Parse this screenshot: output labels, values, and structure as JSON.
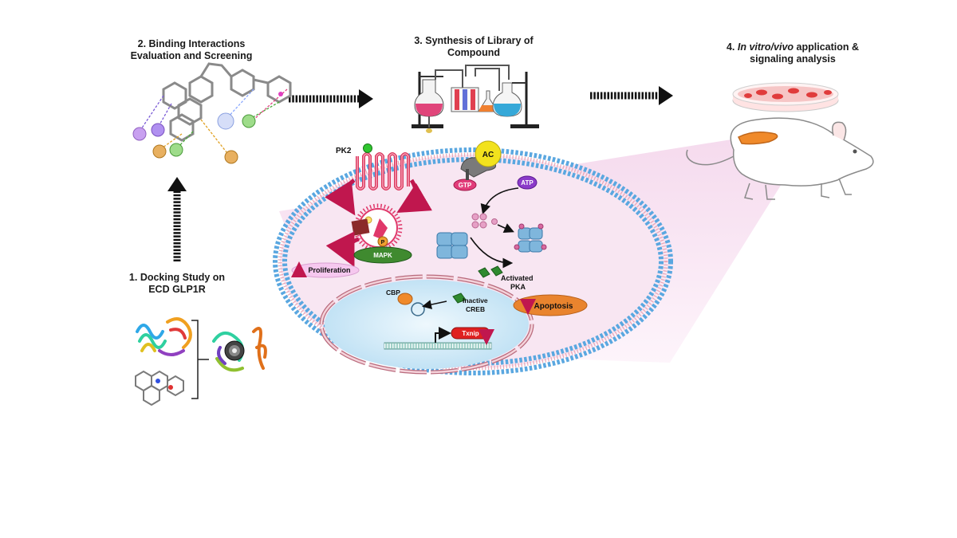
{
  "steps": {
    "s1": {
      "line1": "1.  Docking Study on",
      "line2": "ECD GLP1R"
    },
    "s2": {
      "line1": "2. Binding Interactions",
      "line2": "Evaluation and Screening"
    },
    "s3": {
      "line1": "3. Synthesis of Library of",
      "line2": "Compound"
    },
    "s4": {
      "prefix": "4. ",
      "italic": "In vitro/vivo",
      "suffix": " application &",
      "line2": "signaling analysis"
    }
  },
  "cell": {
    "pk2": "PK2",
    "ac": "AC",
    "gtp": "GTP",
    "atp": "ATP",
    "p": "P",
    "mapk": "MAPK",
    "proliferation": "Proliferation",
    "activated": "Activated",
    "pka": "PKA",
    "apoptosis": "Apoptosis",
    "cbp": "CBP",
    "inactive": "Inactive",
    "creb": "CREB",
    "txnip": "Txnip"
  },
  "colors": {
    "membrane_head": "#5aa7e0",
    "membrane_tail": "#e9a6b6",
    "cytoplasm": "#f6e3f0",
    "nucleus": "#dff0fa",
    "mapk": "#3f8a2f",
    "proliferation": "#f6c8ef",
    "apoptosis": "#e9842e",
    "txnip": "#e02020",
    "ac": "#f2e21d",
    "gtp": "#e23c7a",
    "atp": "#8b3bc9"
  }
}
